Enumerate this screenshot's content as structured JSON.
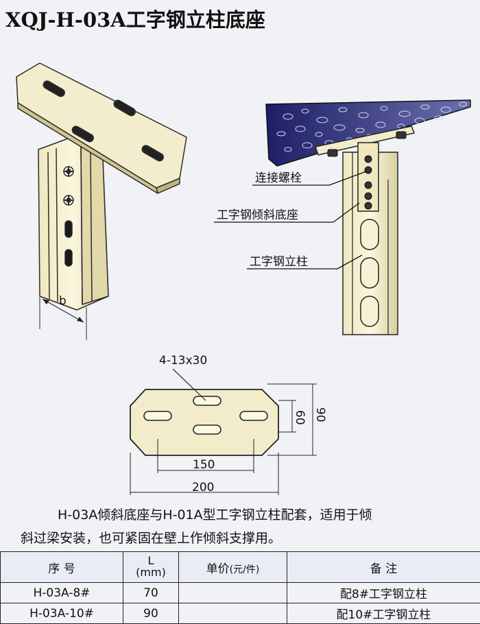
{
  "title": "XQJ-H-03A工字钢立柱底座",
  "callouts": {
    "bolt": "连接螺栓",
    "base": "工字钢倾斜底座",
    "column": "工字钢立柱"
  },
  "dims": {
    "b": "b",
    "holes": "4-13x30",
    "d60": "60",
    "d90": "90",
    "d150": "150",
    "d200": "200"
  },
  "description": {
    "line1": "H-03A倾斜底座与H-01A型工字钢立柱配套，适用于倾",
    "line2": "斜过梁安装，也可紧固在壁上作倾斜支撑用。"
  },
  "table": {
    "headers": {
      "no": "序    号",
      "l_top": "L",
      "l_unit": "(mm)",
      "price": "单价",
      "price_unit": "(元/件)",
      "note": "备    注"
    },
    "rows": [
      {
        "no": "H-03A-8#",
        "l": "70",
        "price": "",
        "note": "配8#工字钢立柱"
      },
      {
        "no": "H-03A-10#",
        "l": "90",
        "price": "",
        "note": "配10#工字钢立柱"
      }
    ]
  },
  "colors": {
    "part_fill": "#f2eccb",
    "outline": "#2b2b2b",
    "ceiling": "#2e2f78"
  }
}
